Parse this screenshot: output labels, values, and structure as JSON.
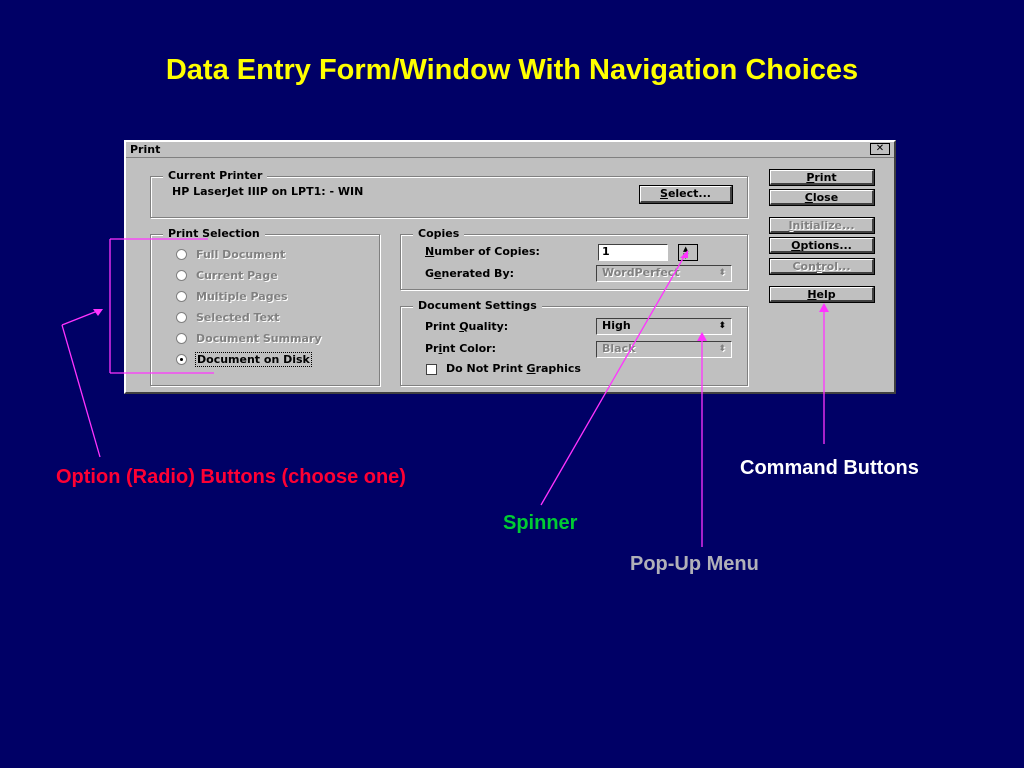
{
  "slide": {
    "title": "Data Entry Form/Window With Navigation Choices"
  },
  "dialog": {
    "title": "Print",
    "close_glyph": "✕",
    "current_printer": {
      "group_title": "Current Printer",
      "value": "HP LaserJet IIIP on LPT1: - WIN",
      "select_button": "Select..."
    },
    "print_selection": {
      "group_title": "Print Selection",
      "options": [
        {
          "label": "Full Document",
          "enabled": false,
          "checked": false
        },
        {
          "label": "Current Page",
          "enabled": false,
          "checked": false
        },
        {
          "label": "Multiple Pages",
          "enabled": false,
          "checked": false
        },
        {
          "label": "Selected Text",
          "enabled": false,
          "checked": false
        },
        {
          "label": "Document Summary",
          "enabled": false,
          "checked": false
        },
        {
          "label": "Document on Disk",
          "enabled": true,
          "checked": true
        }
      ]
    },
    "copies": {
      "group_title": "Copies",
      "number_label": "Number of Copies:",
      "number_value": "1",
      "generated_label": "Generated By:",
      "generated_value": "WordPerfect"
    },
    "document_settings": {
      "group_title": "Document Settings",
      "quality_label": "Print Quality:",
      "quality_value": "High",
      "color_label": "Print Color:",
      "color_value": "Black",
      "no_graphics_label": "Do Not Print Graphics"
    },
    "buttons": {
      "print": "Print",
      "close": "Close",
      "initialize": "Initialize...",
      "options": "Options...",
      "control": "Control...",
      "help": "Help"
    }
  },
  "annotations": {
    "radio_buttons": "Option (Radio) Buttons (choose one)",
    "command_buttons": "Command Buttons",
    "spinner": "Spinner",
    "popup_menu": "Pop-Up Menu"
  },
  "colors": {
    "background": "#000066",
    "title": "#ffff00",
    "radio_label": "#ff0033",
    "command_label": "#ffffff",
    "spinner_label": "#00cc33",
    "popup_label": "#b0b0b8",
    "callout_line": "#ff33ff"
  }
}
